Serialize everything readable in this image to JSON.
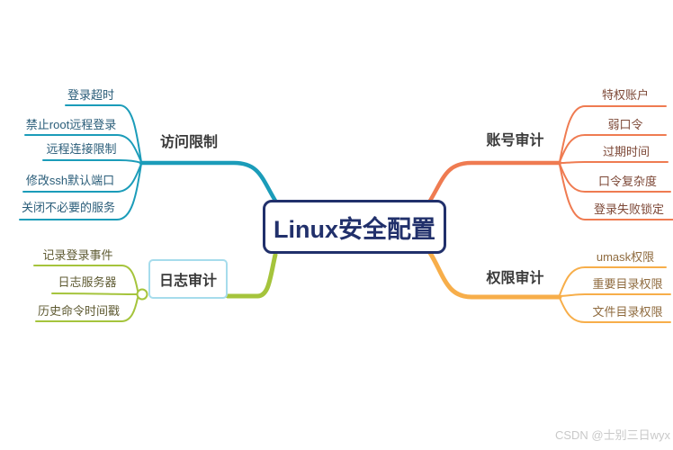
{
  "center": {
    "label": "Linux安全配置"
  },
  "watermark": {
    "text": "CSDN @士别三日wyx"
  },
  "colors": {
    "center_navy": "#21306b",
    "branch_label_text": "#3a3a3a",
    "log_box_border": "#a6dcec"
  },
  "branches": [
    {
      "label": "访问限制",
      "color": "#1b9cb9",
      "text_color": "#2a5d79",
      "items": [
        "登录超时",
        "禁止root远程登录",
        "远程连接限制",
        "修改ssh默认端口",
        "关闭不必要的服务"
      ]
    },
    {
      "label": "账号审计",
      "color": "#ef7b51",
      "text_color": "#7d4837",
      "items": [
        "特权账户",
        "弱口令",
        "过期时间",
        "口令复杂度",
        "登录失败锁定"
      ]
    },
    {
      "label": "日志审计",
      "color": "#a5c43c",
      "text_color": "#5f5b33",
      "items": [
        "记录登录事件",
        "日志服务器",
        "历史命令时间戳"
      ]
    },
    {
      "label": "权限审计",
      "color": "#f7ae4a",
      "text_color": "#8f6b3f",
      "items": [
        "umask权限",
        "重要目录权限",
        "文件目录权限"
      ]
    }
  ]
}
